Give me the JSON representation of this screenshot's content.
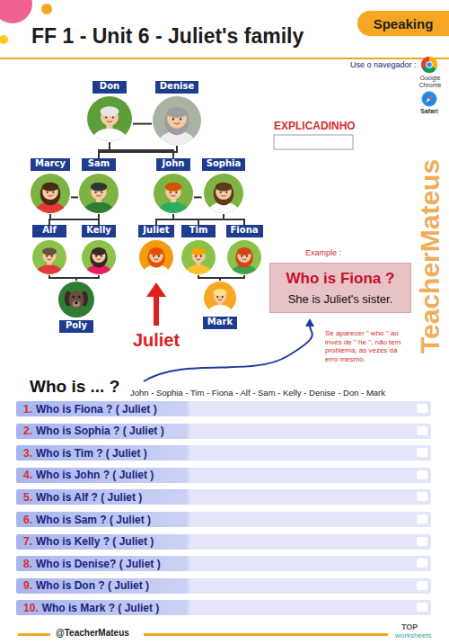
{
  "diagram": {
    "title": "FF 1 - Unit 6 - Juliet's family",
    "nodes": [
      {
        "text": [
          "Speaking"
        ]
      },
      {
        "text": [
          "Don"
        ]
      },
      {
        "text": [
          "Denise"
        ]
      },
      {
        "text": [
          "Marcy"
        ]
      },
      {
        "text": [
          "Sam"
        ]
      },
      {
        "text": [
          "John"
        ]
      },
      {
        "text": [
          "Sophia"
        ]
      },
      {
        "text": [
          "Alf"
        ]
      },
      {
        "text": [
          "Kelly"
        ]
      },
      {
        "text": [
          "Juliet"
        ]
      },
      {
        "text": [
          "Tim"
        ]
      },
      {
        "text": [
          "Fiona"
        ]
      },
      {
        "text": [
          "Who is Fiona ?",
          "She is Juliet's sister."
        ]
      },
      {
        "text": [
          "Poly"
        ]
      },
      {
        "text": [
          "Mark"
        ]
      },
      {
        "text": [
          "1.",
          "Who is Fiona ? ( Juliet )"
        ]
      },
      {
        "text": [
          "2.",
          "Who is Sophia ? ( Juliet )"
        ]
      },
      {
        "text": [
          "3.",
          "Who is Tim ? ( Juliet )"
        ]
      },
      {
        "text": [
          "4.",
          "Who is John ? ( Juliet )"
        ]
      },
      {
        "text": [
          "5.",
          "Who is Alf ? ( Juliet )"
        ]
      },
      {
        "text": [
          "6.",
          "Who is Sam ? ( Juliet )"
        ]
      },
      {
        "text": [
          "7.",
          "Who is Kelly ? ( Juliet )"
        ]
      },
      {
        "text": [
          "8.",
          "Who is Denise? ( Juliet )"
        ]
      },
      {
        "text": [
          "9.",
          "Who is Don ? ( Juliet )"
        ]
      },
      {
        "text": [
          "10.",
          "Who is Mark ? ( Juliet )"
        ]
      }
    ],
    "edges": [
      {
        "from": 1,
        "to": 2,
        "arrow": "none"
      },
      {
        "from": 3,
        "to": 4,
        "arrow": "none"
      },
      {
        "from": 5,
        "to": 6,
        "arrow": "none"
      },
      {
        "from": 1,
        "to": 4,
        "arrow": "none"
      },
      {
        "from": 2,
        "to": 4,
        "arrow": "none"
      },
      {
        "from": 1,
        "to": 5,
        "arrow": "none"
      },
      {
        "from": 2,
        "to": 5,
        "arrow": "none"
      },
      {
        "from": 3,
        "to": 7,
        "arrow": "none"
      },
      {
        "from": 3,
        "to": 8,
        "arrow": "none"
      },
      {
        "from": 4,
        "to": 7,
        "arrow": "none"
      },
      {
        "from": 4,
        "to": 8,
        "arrow": "none"
      },
      {
        "from": 5,
        "to": 9,
        "arrow": "none"
      },
      {
        "from": 5,
        "to": 10,
        "arrow": "none"
      },
      {
        "from": 5,
        "to": 11,
        "arrow": "none"
      },
      {
        "from": 6,
        "to": 9,
        "arrow": "none"
      },
      {
        "from": 6,
        "to": 10,
        "arrow": "none"
      },
      {
        "from": 6,
        "to": 11,
        "arrow": "none"
      },
      {
        "from": 7,
        "to": 13,
        "arrow": "none"
      },
      {
        "from": 8,
        "to": 13,
        "arrow": "none"
      },
      {
        "from": 10,
        "to": 14,
        "arrow": "none"
      },
      {
        "from": 11,
        "to": 14,
        "arrow": "none"
      }
    ],
    "labels": [
      "Use o navegador :",
      "Google Chrome",
      "Safari",
      "EXPLICADINHO",
      "Example :",
      "Se aparecer \" who \" ao invés de \" he \", não tem problema, às vezes dá erro mesmo.",
      "Juliet",
      "Who is ... ?",
      "John - Sophia - Tim - Fiona - Alf - Sam - Kelly - Denise - Don - Mark",
      "@TeacherMateus",
      "TOP",
      "worksheets",
      "TeacherMateus"
    ]
  }
}
